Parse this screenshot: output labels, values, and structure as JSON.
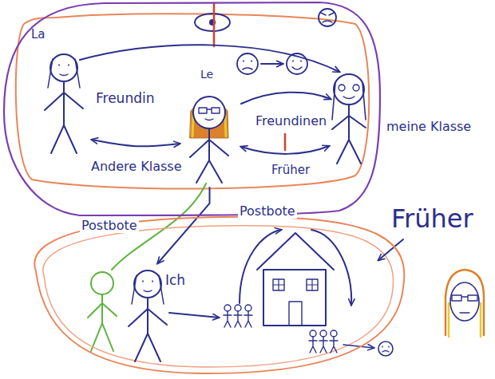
{
  "diagram": {
    "nodes": [
      {
        "text": [
          "meine Klasse"
        ]
      },
      {
        "text": [
          "La"
        ],
        "in": 0
      },
      {
        "text": [
          "Le"
        ],
        "in": 0
      },
      {
        "text": [
          "Früher"
        ]
      },
      {
        "text": [
          "Ich"
        ],
        "in": 3
      }
    ],
    "edges": [
      {
        "from": 1,
        "to": 2,
        "arrow": "both",
        "label": "Freundin"
      },
      {
        "from": 2,
        "to": 4,
        "arrow": "to"
      }
    ],
    "labels": [
      "Andere Klasse",
      "Freundinen",
      "Früher",
      "Postbote",
      "Postbote"
    ]
  }
}
